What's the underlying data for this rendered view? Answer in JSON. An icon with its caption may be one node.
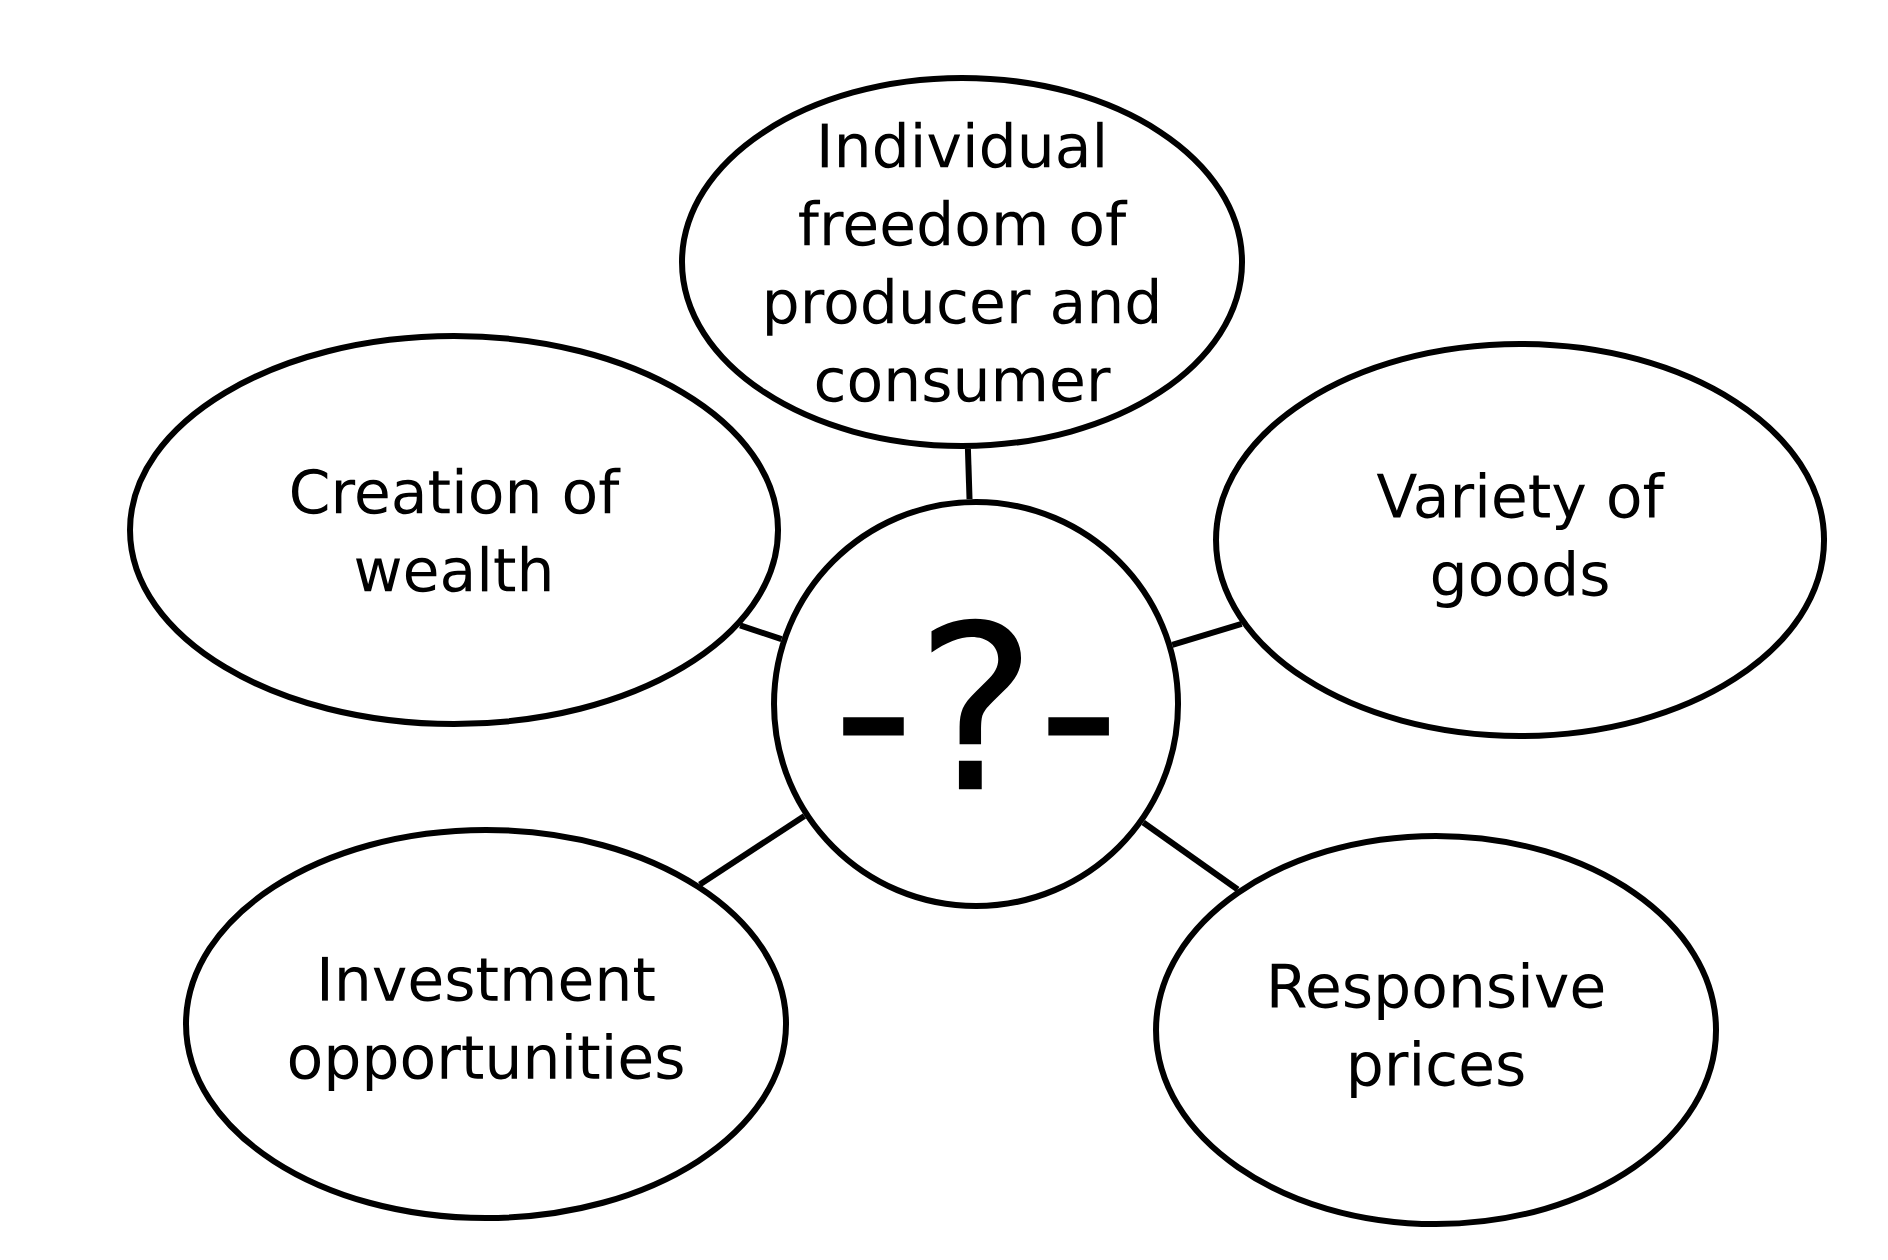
{
  "diagram": {
    "nodes": [
      {
        "text": [
          "Individual freedom of producer and consumer"
        ]
      },
      {
        "text": [
          "Creation of wealth"
        ]
      },
      {
        "text": [
          "-?-"
        ]
      },
      {
        "text": [
          "Variety of goods"
        ]
      },
      {
        "text": [
          "Investment opportunities"
        ]
      },
      {
        "text": [
          "Responsive prices"
        ]
      }
    ],
    "edges": [
      {
        "from": 2,
        "to": 0,
        "arrow": "none"
      },
      {
        "from": 2,
        "to": 1,
        "arrow": "none"
      },
      {
        "from": 2,
        "to": 3,
        "arrow": "none"
      },
      {
        "from": 2,
        "to": 4,
        "arrow": "none"
      },
      {
        "from": 2,
        "to": 5,
        "arrow": "none"
      }
    ]
  }
}
